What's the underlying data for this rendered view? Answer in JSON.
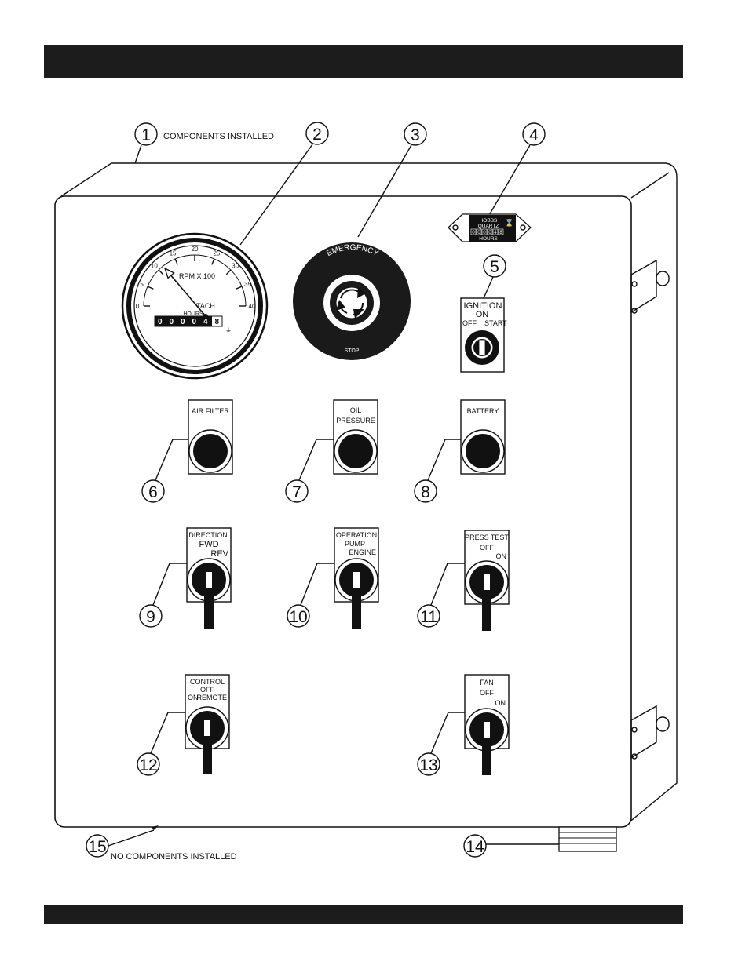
{
  "callouts": {
    "c1": "1",
    "c2": "2",
    "c3": "3",
    "c4": "4",
    "c5": "5",
    "c6": "6",
    "c7": "7",
    "c8": "8",
    "c9": "9",
    "c10": "10",
    "c11": "11",
    "c12": "12",
    "c13": "13",
    "c14": "14",
    "c15": "15"
  },
  "notes": {
    "installed": "COMPONENTS INSTALLED",
    "not_installed": "NO COMPONENTS INSTALLED"
  },
  "tach": {
    "scale": [
      "0",
      "5",
      "10",
      "15",
      "20",
      "25",
      "30",
      "35",
      "40"
    ],
    "units": "RPM X 100",
    "name": "TACH",
    "hours_label": "HOURS",
    "digits": [
      "0",
      "0",
      "0",
      "0",
      "4",
      "8"
    ],
    "needle_value_rpm_x100": 10
  },
  "estop": {
    "top": "EMERGENCY",
    "bottom": "STOP"
  },
  "hourmeter": {
    "model": "HOBBS",
    "type": "QUARTZ",
    "digits": [
      "0",
      "0",
      "0",
      "0",
      "4",
      "8"
    ],
    "label": "HOURS"
  },
  "ignition": {
    "title": "IGNITION",
    "on": "ON",
    "off": "OFF",
    "start": "START"
  },
  "lights": {
    "air": "AIR FILTER",
    "oil1": "OIL",
    "oil2": "PRESSURE",
    "battery": "BATTERY"
  },
  "switches": {
    "direction": {
      "title": "DIRECTION",
      "a": "FWD",
      "b": "REV"
    },
    "operation": {
      "title": "OPERATION",
      "a": "PUMP",
      "b": "ENGINE"
    },
    "press": {
      "title": "PRESS TEST",
      "a": "OFF",
      "b": "ON"
    },
    "control": {
      "title": "CONTROL",
      "a": "OFF",
      "b": "ON",
      "c": "REMOTE"
    },
    "fan": {
      "title": "FAN",
      "a": "OFF",
      "b": "ON"
    }
  }
}
